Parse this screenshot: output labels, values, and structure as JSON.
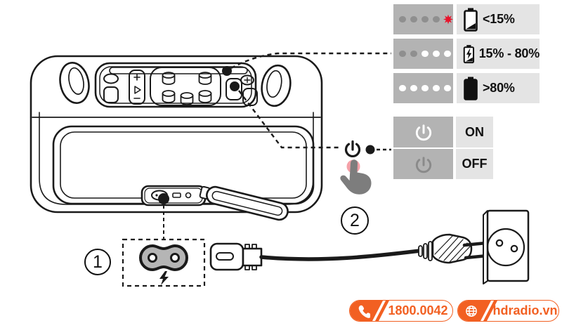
{
  "legend_battery": {
    "rows": [
      {
        "icon": "battery-low-icon",
        "label": "<15%",
        "dots": [
          "gray",
          "gray",
          "gray",
          "gray",
          "red"
        ]
      },
      {
        "icon": "battery-charging-icon",
        "label": "15% - 80%",
        "dots": [
          "gray",
          "gray",
          "white",
          "white",
          "white"
        ]
      },
      {
        "icon": "battery-full-icon",
        "label": ">80%",
        "dots": [
          "white",
          "white",
          "white",
          "white",
          "white"
        ]
      }
    ]
  },
  "legend_power": {
    "rows": [
      {
        "icon": "power-icon",
        "state": "ON"
      },
      {
        "icon": "power-icon",
        "state": "OFF"
      }
    ]
  },
  "steps": {
    "plug_cable": "1",
    "press_power": "2"
  },
  "callout_icons": [
    "power-symbol-icon",
    "tap-finger-icon",
    "c7-connector-icon",
    "lightning-bolt-icon"
  ],
  "footer": {
    "phone": "1800.0042",
    "website": "hdradio.vn",
    "phone_icon": "phone-icon",
    "website_icon": "globe-icon"
  },
  "colors": {
    "accent_orange": "#f26022",
    "alert_red": "#e8132b",
    "legend_gray": "#b3b3b3",
    "legend_light_gray": "#e4e4e4",
    "touch_pink": "#f4a1a8",
    "line_art": "#1a1a1a"
  }
}
